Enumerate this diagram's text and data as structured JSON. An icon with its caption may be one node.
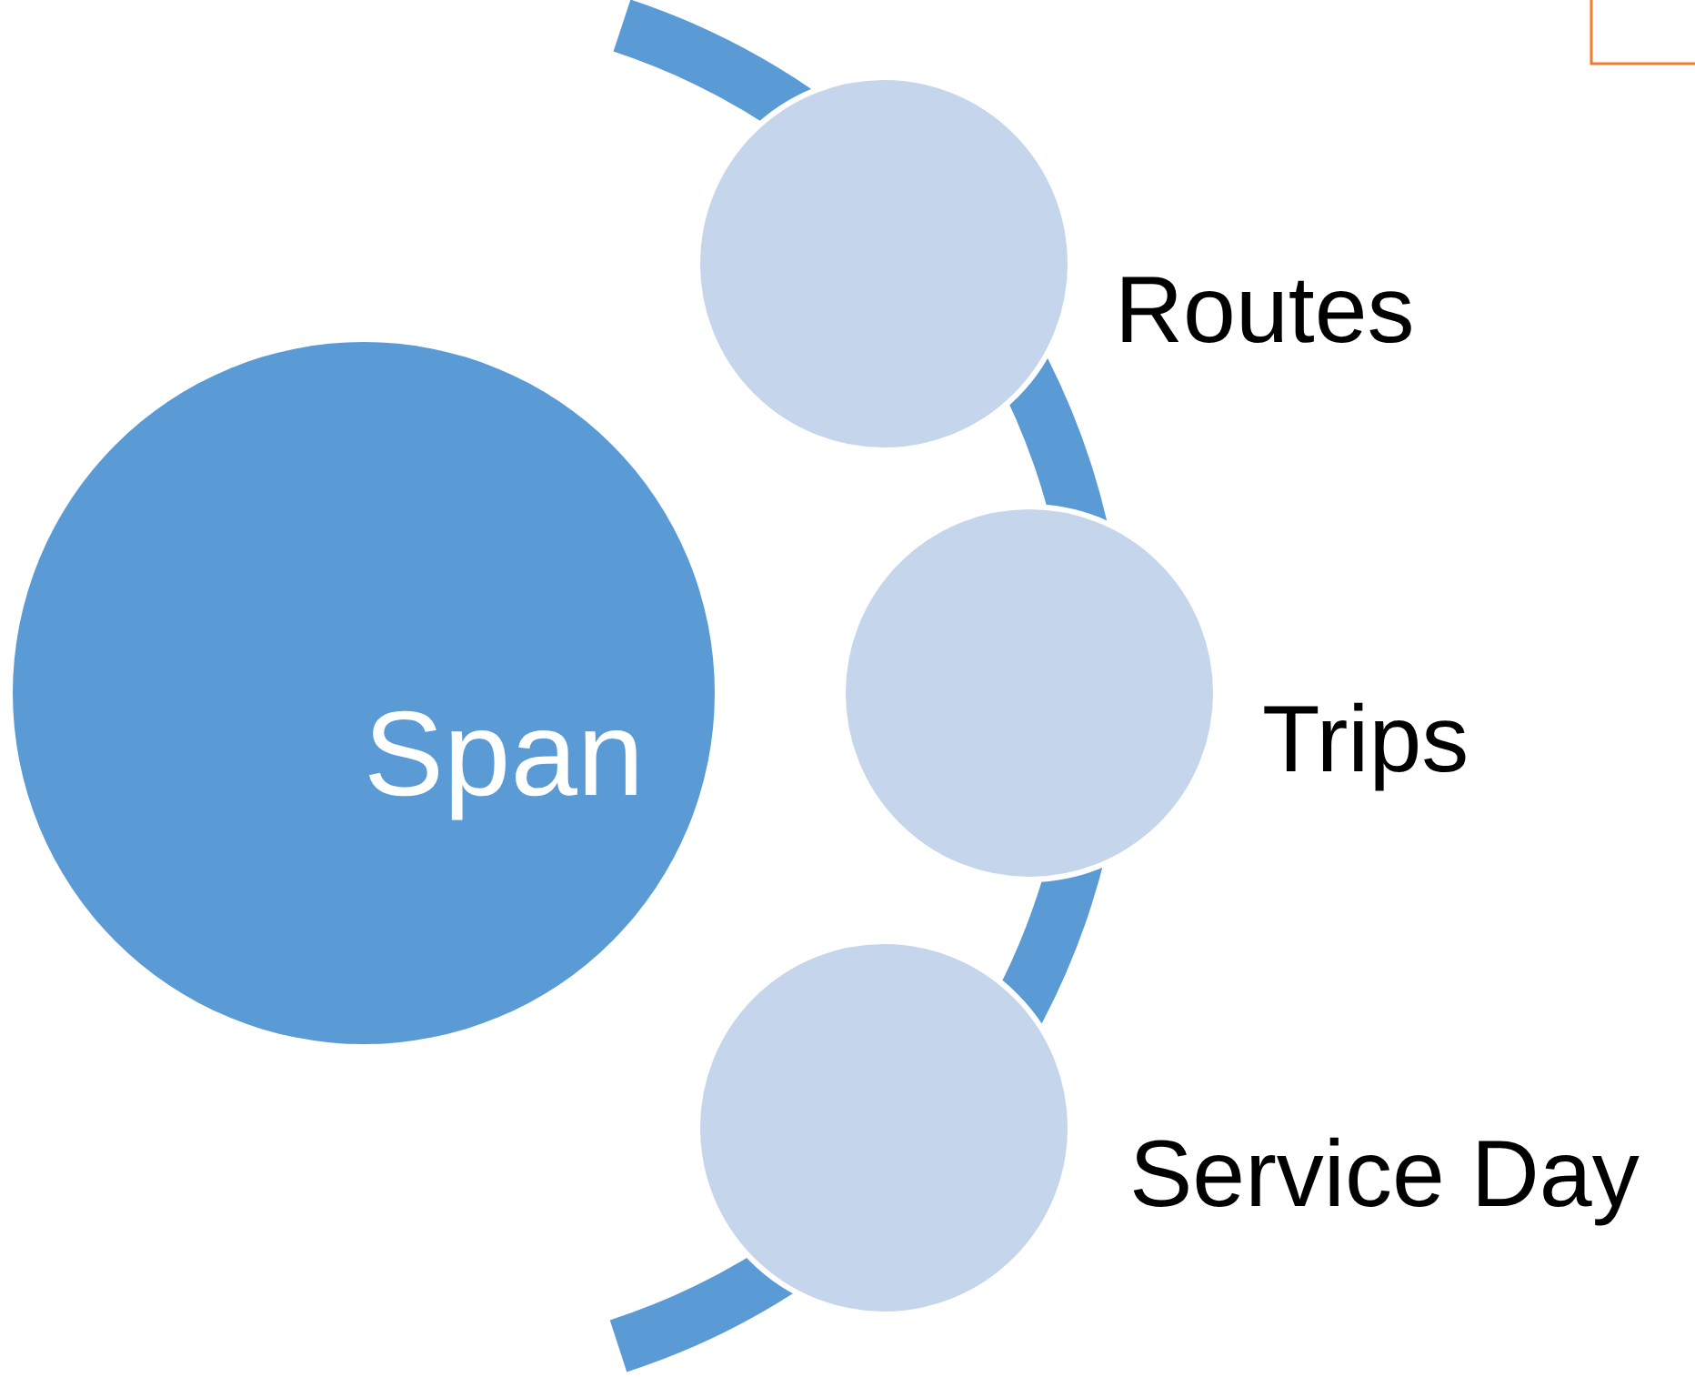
{
  "diagram": {
    "nodes": [
      {
        "text": [
          "Span"
        ]
      },
      {
        "text": [
          "Routes"
        ]
      },
      {
        "text": [
          "Trips"
        ]
      },
      {
        "text": [
          "Service Day"
        ]
      }
    ]
  }
}
